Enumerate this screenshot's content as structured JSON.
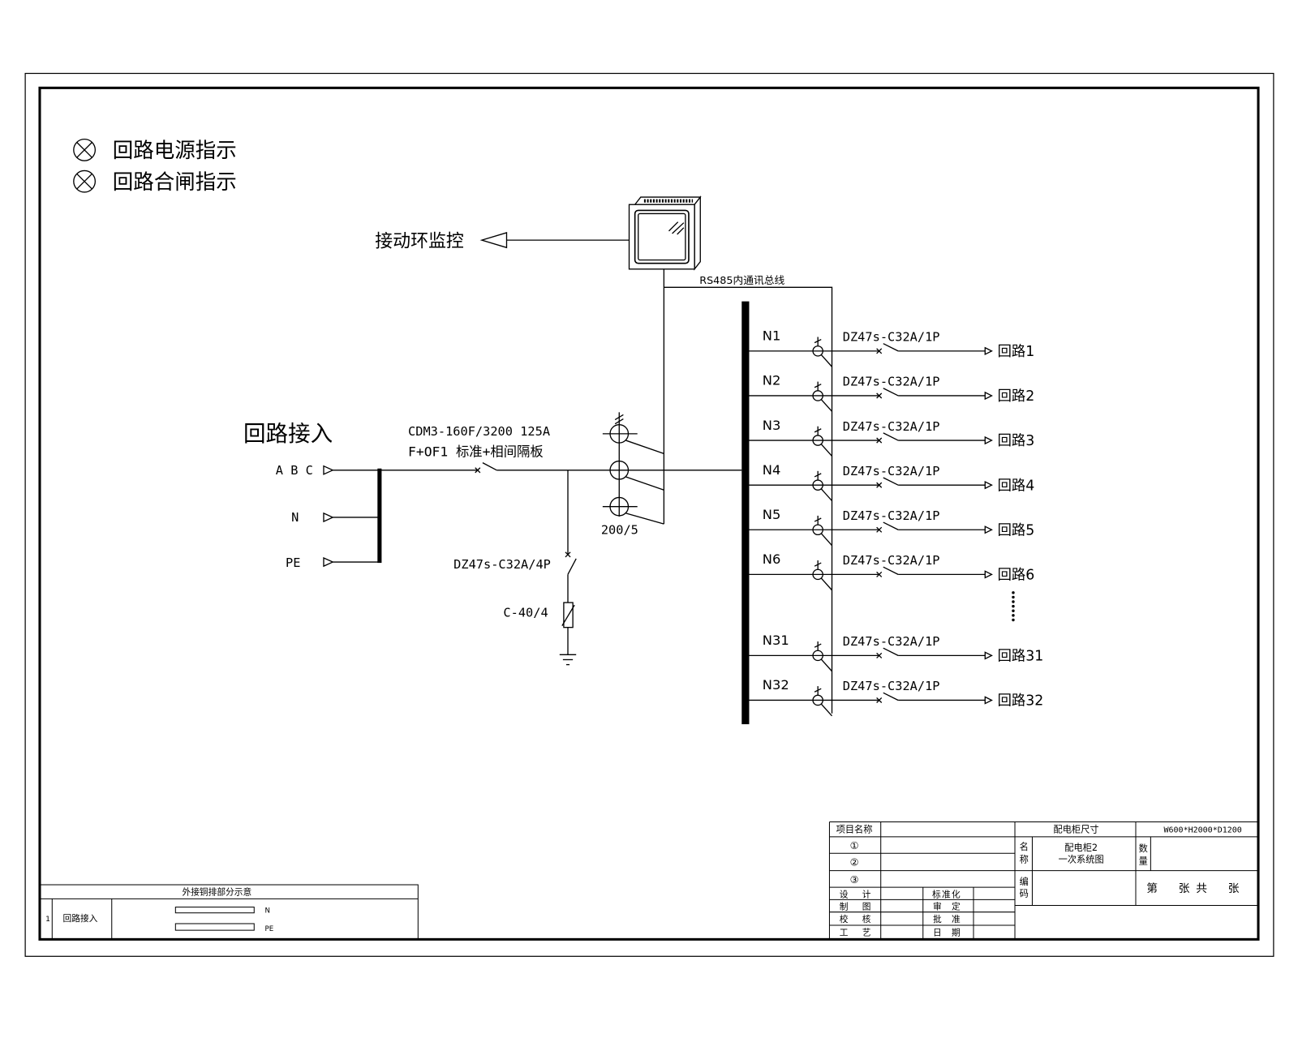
{
  "legend": [
    {
      "icon": "indicator-lamp-icon",
      "label": "回路电源指示"
    },
    {
      "icon": "indicator-lamp-icon",
      "label": "回路合闸指示"
    }
  ],
  "monitor": {
    "icon": "touch-screen-icon",
    "label": "接动环监控",
    "bus_label": "RS485内通讯总线"
  },
  "incoming": {
    "title": "回路接入",
    "terminals": [
      "A B C",
      "N",
      "PE"
    ],
    "main_breaker_model": "CDM3-160F/3200 125A",
    "main_breaker_options": "F+OF1 标准+相间隔板",
    "ct_ratio": "200/5",
    "spd_breaker": "DZ47s-C32A/4P",
    "spd": "C-40/4"
  },
  "branches": [
    {
      "neutral": "N1",
      "breaker": "DZ47s-C32A/1P",
      "circuit": "回路1"
    },
    {
      "neutral": "N2",
      "breaker": "DZ47s-C32A/1P",
      "circuit": "回路2"
    },
    {
      "neutral": "N3",
      "breaker": "DZ47s-C32A/1P",
      "circuit": "回路3"
    },
    {
      "neutral": "N4",
      "breaker": "DZ47s-C32A/1P",
      "circuit": "回路4"
    },
    {
      "neutral": "N5",
      "breaker": "DZ47s-C32A/1P",
      "circuit": "回路5"
    },
    {
      "neutral": "N6",
      "breaker": "DZ47s-C32A/1P",
      "circuit": "回路6"
    },
    {
      "neutral": "N31",
      "breaker": "DZ47s-C32A/1P",
      "circuit": "回路31"
    },
    {
      "neutral": "N32",
      "breaker": "DZ47s-C32A/1P",
      "circuit": "回路32"
    }
  ],
  "busbar_table": {
    "title": "外接铜排部分示意",
    "rows": [
      {
        "index": "1",
        "name": "回路接入",
        "bars": [
          "N",
          "PE"
        ]
      }
    ]
  },
  "title_block": {
    "project_name_label": "项目名称",
    "revisions": [
      "①",
      "②",
      "③"
    ],
    "roles": [
      {
        "left": "设 计",
        "right": "标准化"
      },
      {
        "left": "制 图",
        "right": "审 定"
      },
      {
        "left": "校 核",
        "right": "批 准"
      },
      {
        "left": "工 艺",
        "right": "日 期"
      }
    ],
    "cabinet_size_label": "配电柜尺寸",
    "cabinet_size": "W600*H2000*D1200",
    "name_label": [
      "名",
      "称"
    ],
    "drawing_name": [
      "配电柜2",
      "一次系统图"
    ],
    "quantity_label": [
      "数",
      "量"
    ],
    "code_label": [
      "编",
      "码"
    ],
    "sheet": "第    张 共    张"
  }
}
